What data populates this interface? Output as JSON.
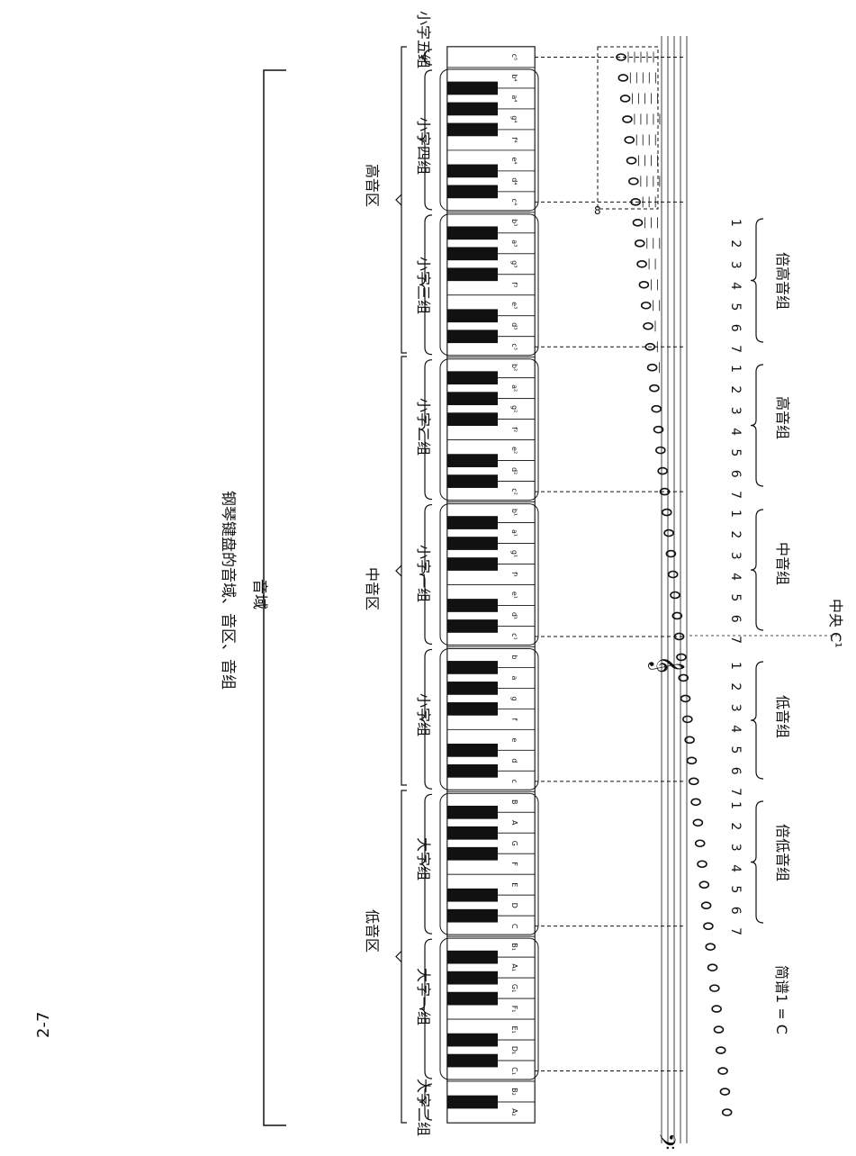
{
  "figure_number": "2-7",
  "title": "钢琴键盘的音域、音区、音组",
  "range_label": "音域",
  "registers": [
    "高音区",
    "中音区",
    "低音区"
  ],
  "groups": [
    {
      "name": "小字五组",
      "notes": [
        "c⁵"
      ]
    },
    {
      "name": "小字四组",
      "notes": [
        "b⁴",
        "a⁴",
        "g⁴",
        "f⁴",
        "e⁴",
        "d⁴",
        "c⁴"
      ]
    },
    {
      "name": "小字三组",
      "notes": [
        "b³",
        "a³",
        "g³",
        "f³",
        "e³",
        "d³",
        "c³"
      ]
    },
    {
      "name": "小字二组",
      "notes": [
        "b²",
        "a²",
        "g²",
        "f²",
        "e²",
        "d²",
        "c²"
      ]
    },
    {
      "name": "小字一组",
      "notes": [
        "b¹",
        "a¹",
        "g¹",
        "f¹",
        "e¹",
        "d¹",
        "c¹"
      ]
    },
    {
      "name": "小字组",
      "notes": [
        "b",
        "a",
        "g",
        "f",
        "e",
        "d",
        "c"
      ]
    },
    {
      "name": "大字组",
      "notes": [
        "B",
        "A",
        "G",
        "F",
        "E",
        "D",
        "C"
      ]
    },
    {
      "name": "大字一组",
      "notes": [
        "B₁",
        "A₁",
        "G₁",
        "F₁",
        "E₁",
        "D₁",
        "C₁"
      ]
    },
    {
      "name": "大字二组",
      "notes": [
        "B₂",
        "A₂"
      ]
    }
  ],
  "numbered_rows": [
    {
      "label": "倍高音组",
      "digits": "1 2 3 4 5 6 7"
    },
    {
      "label": "高音组",
      "digits": "1 2 3 4 5 6 7"
    },
    {
      "label": "中音组",
      "digits": "1 2 3 4 5 6 7"
    },
    {
      "label": "低音组",
      "digits": "1 2 3 4 5 6 7"
    },
    {
      "label": "倍低音组",
      "digits": "1 2 3 4 5 6 7"
    }
  ],
  "middle_c_label": "中央 C¹",
  "key_label": "简谱1 = C",
  "octave_mark": "8",
  "colors": {
    "ink": "#111111",
    "white_key": "#ffffff",
    "black_key": "#111111"
  }
}
